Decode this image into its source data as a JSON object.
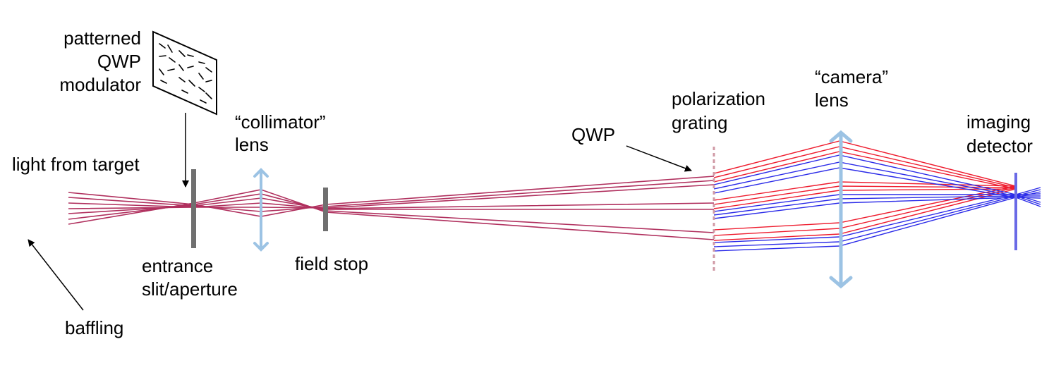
{
  "labels": {
    "patterned_qwp_line1": "patterned",
    "patterned_qwp_line2": "QWP",
    "patterned_qwp_line3": "modulator",
    "collimator_line1": "“collimator”",
    "collimator_line2": "lens",
    "light_from_target": "light from target",
    "entrance_line1": "entrance",
    "entrance_line2": "slit/aperture",
    "field_stop": "field stop",
    "baffling": "baffling",
    "qwp": "QWP",
    "polarization_line1": "polarization",
    "polarization_line2": "grating",
    "camera_line1": "“camera”",
    "camera_line2": "lens",
    "imaging_line1": "imaging",
    "imaging_line2": "detector"
  },
  "colors": {
    "ray_red": "#ee1c2e",
    "ray_purple": "#b0305e",
    "ray_blue": "#2a2ae8",
    "lens": "#9cc3e4",
    "slit": "#707070",
    "grating": "#d09aa6",
    "detector": "#6a6ae6"
  }
}
